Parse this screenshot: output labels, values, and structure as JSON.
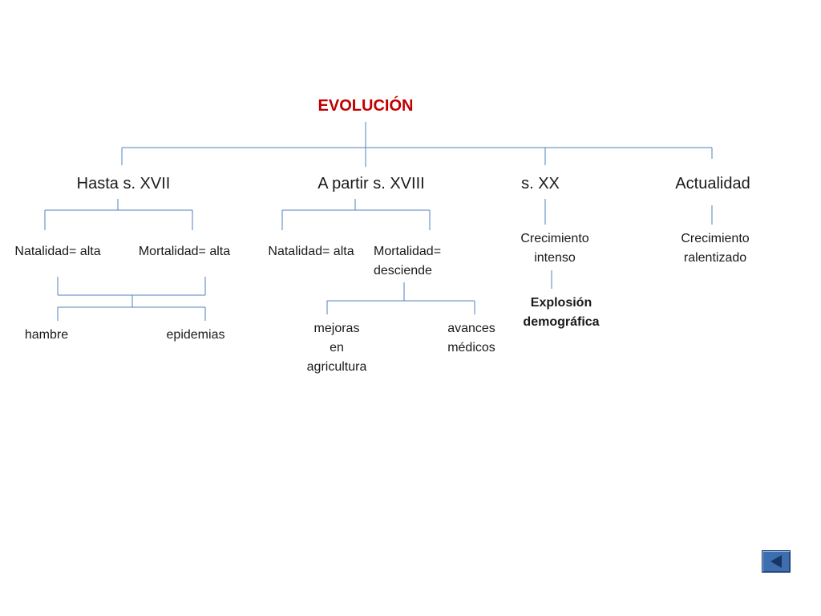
{
  "title": "EVOLUCIÓN",
  "periods": [
    {
      "label": "Hasta s. XVII"
    },
    {
      "label": "A partir s. XVIII"
    },
    {
      "label": "s. XX"
    },
    {
      "label": "Actualidad"
    }
  ],
  "hasta_xvii": {
    "natalidad": "Natalidad= alta",
    "mortalidad": "Mortalidad= alta",
    "causes": [
      "hambre",
      "epidemias"
    ]
  },
  "a_partir_xviii": {
    "natalidad": "Natalidad= alta",
    "mortalidad_line1": "Mortalidad=",
    "mortalidad_line2": "desciende",
    "causes": [
      {
        "line1": "mejoras",
        "line2": "en",
        "line3": "agricultura"
      },
      {
        "line1": "avances",
        "line2": "médicos"
      }
    ]
  },
  "s_xx": {
    "crecimiento_line1": "Crecimiento",
    "crecimiento_line2": "intenso",
    "explosion_line1": "Explosión",
    "explosion_line2": "demográfica"
  },
  "actualidad": {
    "crecimiento_line1": "Crecimiento",
    "crecimiento_line2": "ralentizado"
  },
  "colors": {
    "title": "#c00000",
    "connector": "#4f81bd",
    "button": "#3d6fb0"
  },
  "icons": {
    "back": "back-arrow-icon"
  }
}
